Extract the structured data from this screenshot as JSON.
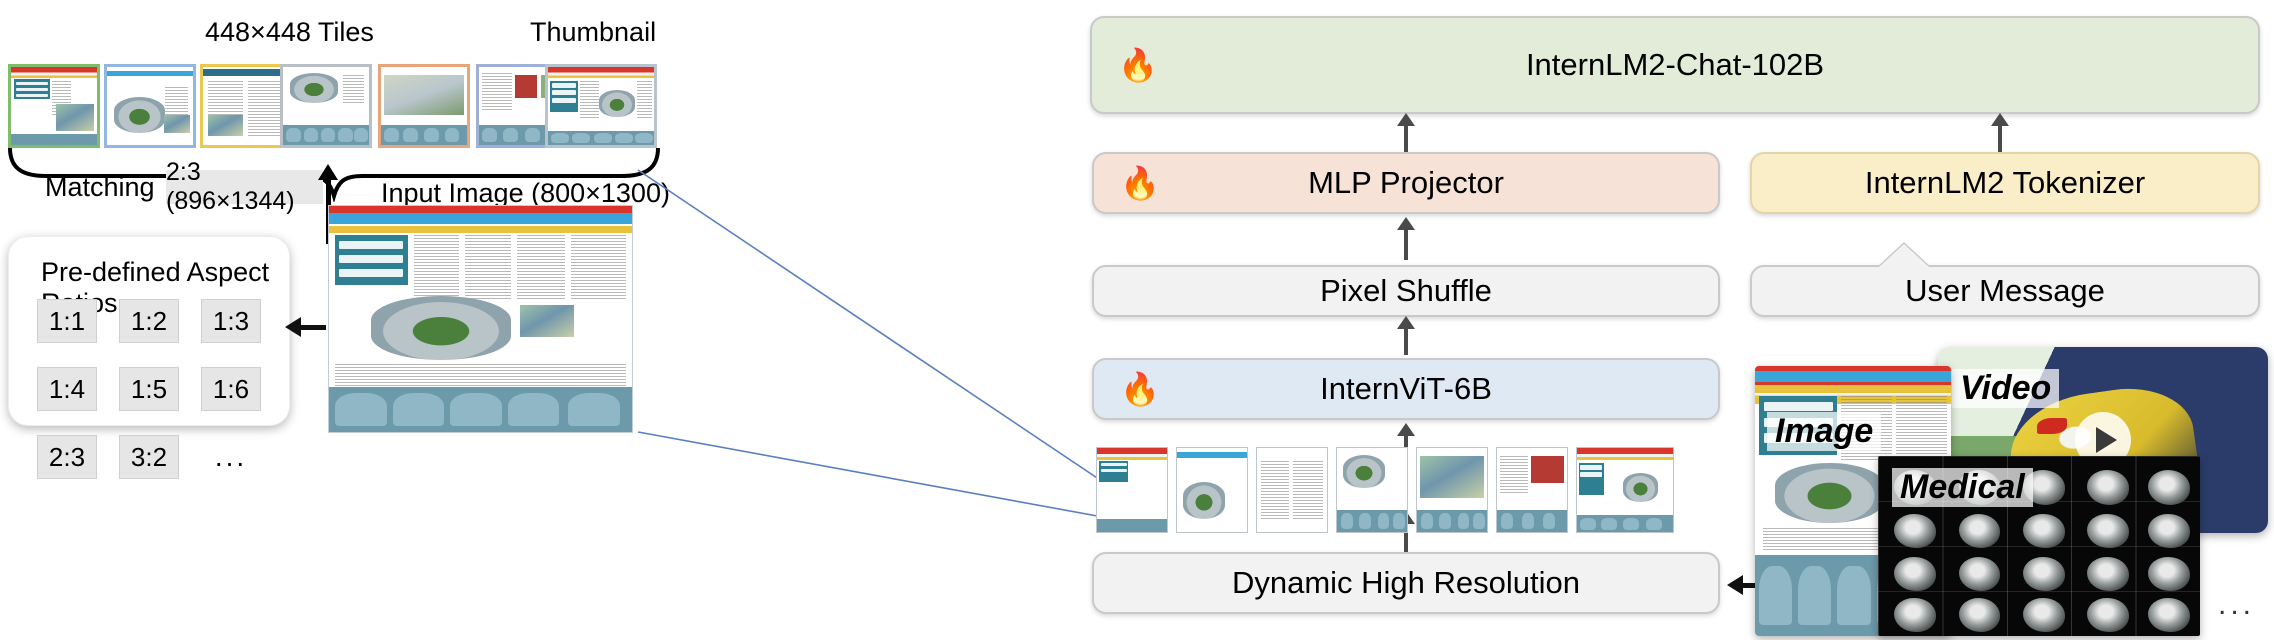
{
  "left_panel": {
    "tiles_label": "448×448 Tiles",
    "thumbnail_label": "Thumbnail",
    "matching_label": "Matching",
    "matched_ratio_chip": "2:3 (896×1344)",
    "input_image_label": "Input Image (800×1300)",
    "aspect_card": {
      "title": "Pre-defined Aspect Ratios",
      "ratios": [
        "1:1",
        "1:2",
        "1:3",
        "1:4",
        "1:5",
        "1:6",
        "2:3",
        "3:2",
        "..."
      ]
    },
    "tile_count": 7,
    "tile_border_colors": [
      "#7fbd6b",
      "#93b7e0",
      "#e9c94e",
      "#b9bfc4",
      "#e8a579",
      "#9fb0d8",
      "#b8c3cb"
    ]
  },
  "right_panel": {
    "llm_box": {
      "label": "InternLM2-Chat-102B",
      "icon": "flame-icon",
      "color": "#e2ecd8"
    },
    "projector_box": {
      "label": "MLP Projector",
      "icon": "flame-icon",
      "color": "#f7e2d8"
    },
    "tokenizer_box": {
      "label": "InternLM2 Tokenizer",
      "color": "#faeec9"
    },
    "pixel_shuffle_box": {
      "label": "Pixel Shuffle",
      "color": "#f2f2f2"
    },
    "user_message_box": {
      "label": "User Message",
      "color": "#f2f2f2"
    },
    "vit_box": {
      "label": "InternViT-6B",
      "icon": "flame-icon",
      "color": "#dfe9f4"
    },
    "dynamic_box": {
      "label": "Dynamic High Resolution",
      "color": "#f2f2f2"
    },
    "media": {
      "image_caption": "Image",
      "video_caption": "Video",
      "medical_caption": "Medical",
      "more_ellipsis": "..."
    }
  },
  "colors": {
    "flame": "#ff6a00",
    "arrow": "#4a4a4a",
    "connector": "#5a7ec0",
    "chip_bg": "#e8e8e8"
  }
}
